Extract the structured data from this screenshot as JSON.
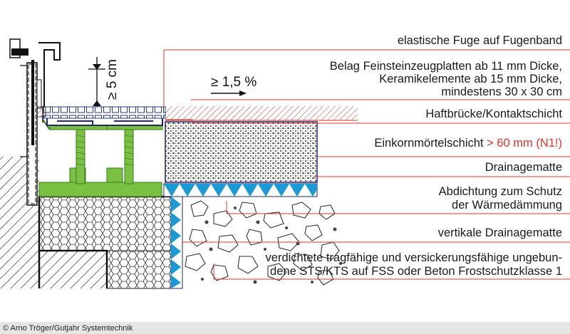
{
  "labels": {
    "fuge": "elastische Fuge auf Fugenband",
    "belag_1": "Belag Feinsteinzeugplatten ab 11 mm Dicke,",
    "belag_2": "Keramikelemente ab 15 mm Dicke,",
    "belag_3": "mindestens 30 x 30 cm",
    "haft": "Haftbrücke/Kontaktschicht",
    "einkorn": "Einkornmörtelschicht ",
    "einkorn_red": "> 60 mm (N1!)",
    "drain": "Drainagematte",
    "abd_1": "Abdichtung zum Schutz",
    "abd_2": "der Wärmedämmung",
    "vert": "vertikale Drainagematte",
    "sts_1": "verdichtete tragfähige und versickerungsfähige ungebun-",
    "sts_2": "dene STS/KTS auf FSS oder Beton Frostschutzklasse 1"
  },
  "dimensions": {
    "height": "≥ 5 cm",
    "slope": "≥ 1,5 %"
  },
  "credit": "© Arno Tröger/Gutjahr Systemtechnik",
  "colors": {
    "leader": "#e3342f",
    "green": "#7ac143",
    "blue": "#1b9ad6",
    "dark_green": "#3a7d1e",
    "navy": "#1f2a6b",
    "hatch": "#c0392b",
    "footer": "#e6e6e6"
  }
}
